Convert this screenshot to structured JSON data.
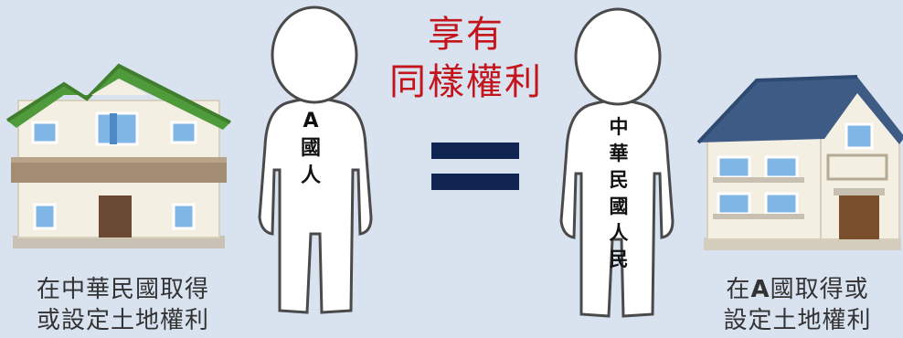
{
  "headline": {
    "line1": "享有",
    "line2": "同樣權利"
  },
  "person_left": {
    "label_chars": [
      "A",
      "國",
      "人"
    ]
  },
  "person_right": {
    "label_chars": [
      "中",
      "華",
      "民",
      "國",
      "人",
      "民"
    ]
  },
  "caption_left": {
    "line1": "在中華民國取得",
    "line2": "或設定土地權利"
  },
  "caption_right": {
    "line1_prefix": "在",
    "line1_bold": "A",
    "line1_suffix": "國取得或",
    "line2": "設定土地權利"
  },
  "colors": {
    "background": "#d9e2ef",
    "headline": "#c4151c",
    "equals_sign": "#102552",
    "house_left_roof": "#4f9a3a",
    "house_right_roof": "#3e5b85"
  }
}
